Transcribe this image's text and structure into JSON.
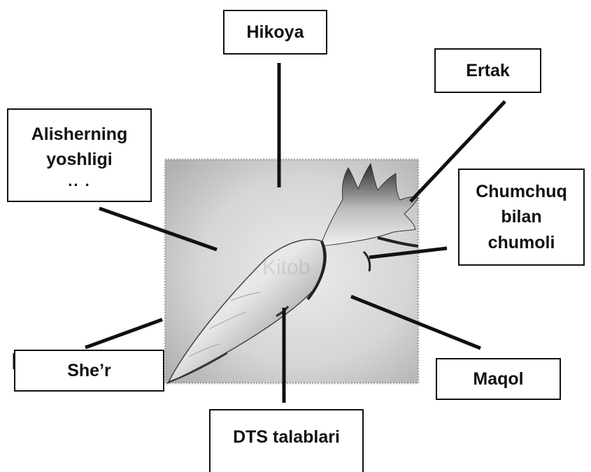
{
  "diagram": {
    "center_image": {
      "subject": "carrot-icon",
      "watermark_text": "Kitob"
    },
    "labels": {
      "hikoya": "Hikoya",
      "ertak": "Ertak",
      "alisher_line1": "Alisherning",
      "alisher_line2": "yoshligi",
      "alisher_line3": ".. .",
      "chumchuq_line1": "Chumchuq",
      "chumchuq_line2": "bilan",
      "chumchuq_line3": "chumoli",
      "sher": "She’r",
      "maqol": "Maqol",
      "dts": "DTS talablari"
    },
    "colors": {
      "line": "#111111",
      "box_border": "#111111",
      "carrot_light": "#f2f2f2",
      "carrot_dark": "#3a3a3a",
      "background_square": "#d8d8d8"
    }
  }
}
